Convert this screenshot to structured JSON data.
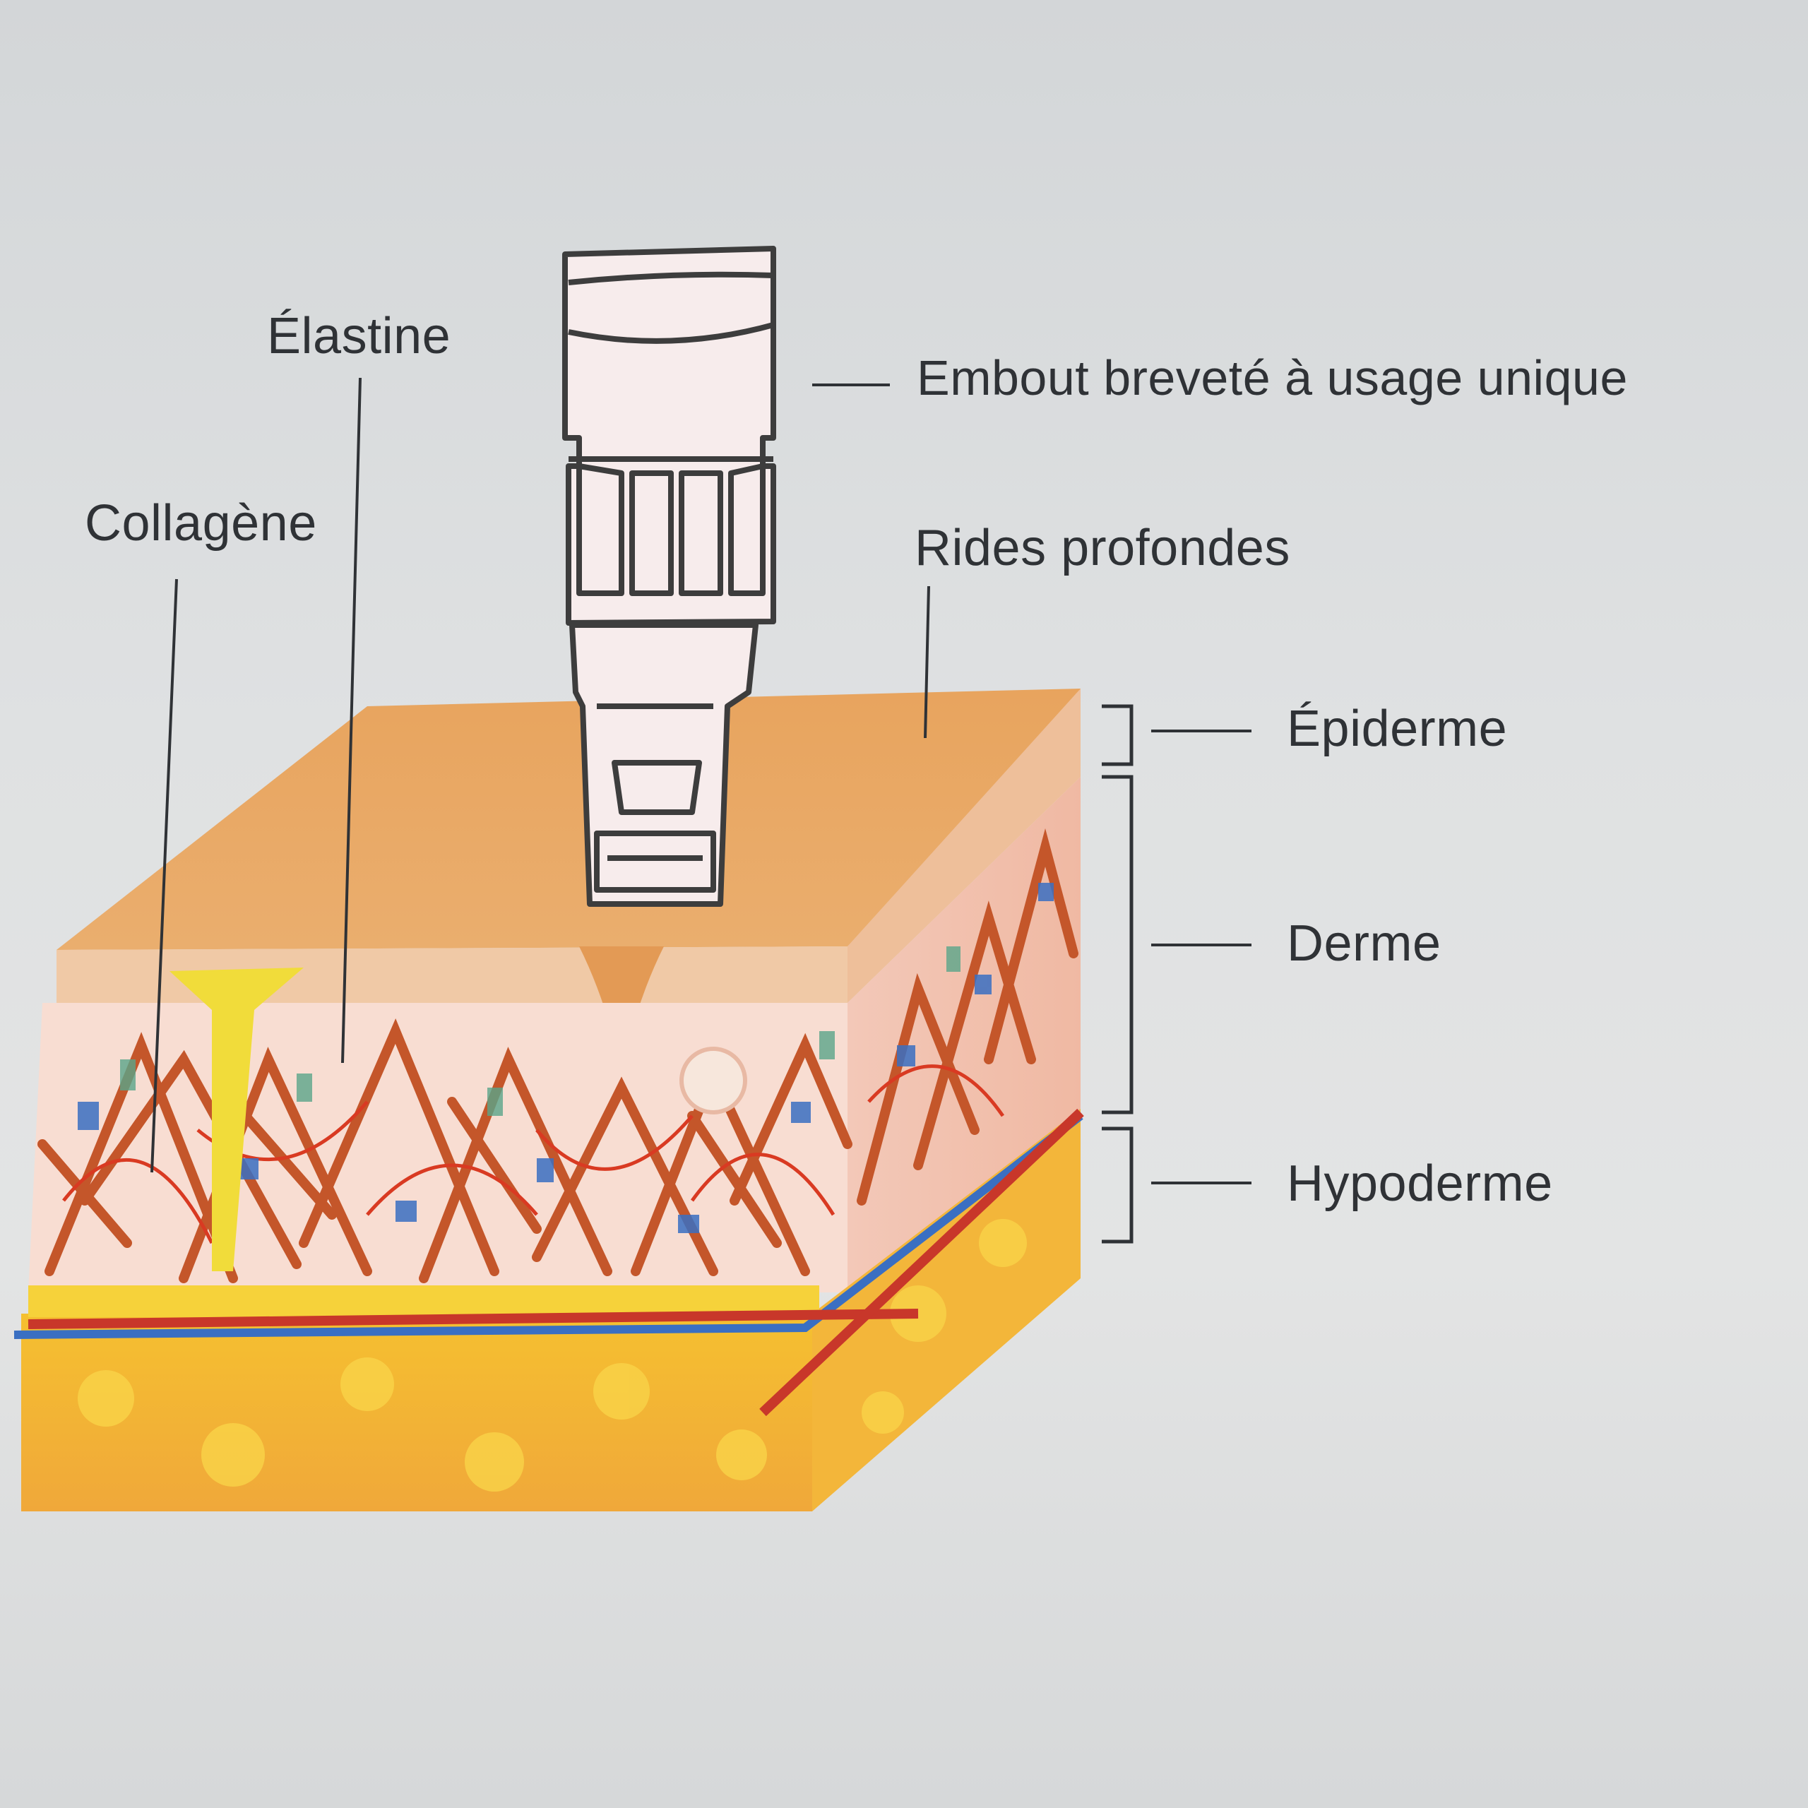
{
  "labels": {
    "elastine": "Élastine",
    "collagene": "Collagène",
    "embout": "Embout breveté à usage unique",
    "rides": "Rides profondes",
    "epiderme": "Épiderme",
    "derme": "Derme",
    "hypoderme": "Hypoderme"
  },
  "colors": {
    "background": "#dfe1e2",
    "epidermis": "#e9a862",
    "dermis_fill": "#f6d9cf",
    "collagen": "#c4562a",
    "elastin": "#d93a22",
    "blood_vessel_blue": "#3a6fc2",
    "blood_vessel_red": "#c8372a",
    "hypodermis": "#f4b52a",
    "device_fill": "#f7ecec",
    "device_outline": "#3d3d3d",
    "leader_line": "#2f3236"
  }
}
